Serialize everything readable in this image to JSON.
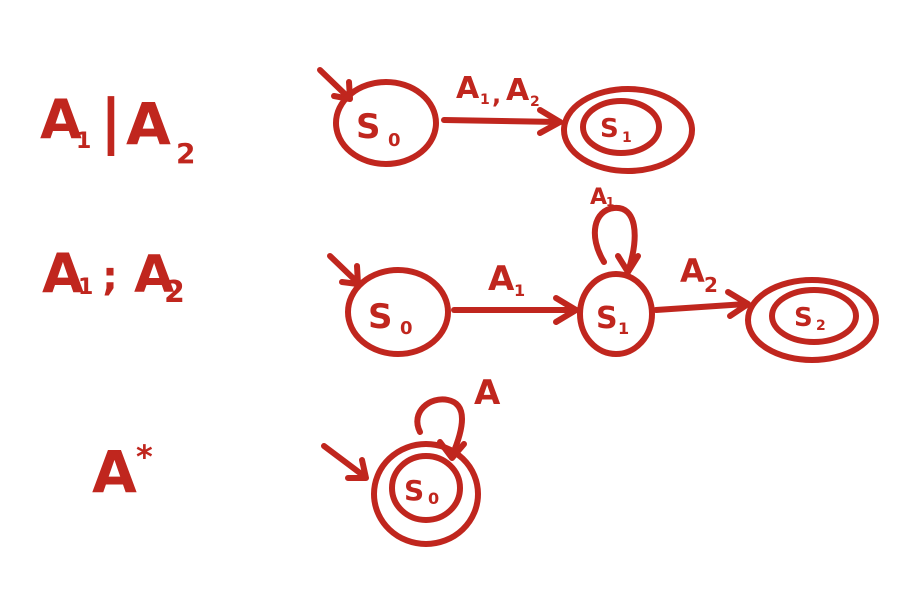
{
  "colors": {
    "ink": "#C0261E"
  },
  "rows": [
    {
      "expression": {
        "base": "A",
        "sub1": "1",
        "op": "|",
        "base2": "A",
        "sub2": "2"
      },
      "states": [
        {
          "name": "S",
          "sub": "0"
        },
        {
          "name": "S",
          "sub": "1"
        }
      ],
      "transitions": [
        {
          "label": "A",
          "sub": "1",
          "sep": ",",
          "label2": "A",
          "sub2": "2"
        }
      ]
    },
    {
      "expression": {
        "base": "A",
        "sub1": "1",
        "op": ";",
        "base2": "A",
        "sub2": "2"
      },
      "states": [
        {
          "name": "S",
          "sub": "0"
        },
        {
          "name": "S",
          "sub": "1"
        },
        {
          "name": "S",
          "sub": "2"
        }
      ],
      "transitions": [
        {
          "label": "A",
          "sub": "1"
        },
        {
          "label": "A",
          "sub": "2"
        }
      ],
      "self_loop": {
        "label": "A",
        "sub": "1"
      }
    },
    {
      "expression": {
        "base": "A",
        "sup": "*"
      },
      "states": [
        {
          "name": "S",
          "sub": "0"
        }
      ],
      "self_loop": {
        "label": "A"
      }
    }
  ]
}
